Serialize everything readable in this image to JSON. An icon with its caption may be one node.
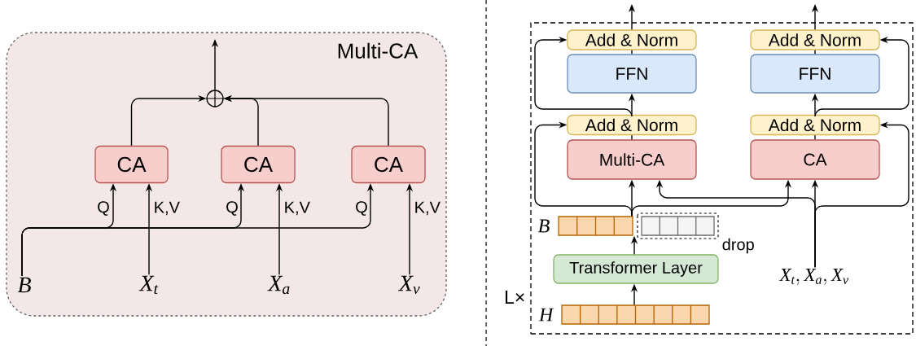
{
  "diagram": {
    "nodes": [
      {
        "text": [
          "Multi-CA"
        ]
      },
      {
        "text": [
          "CA"
        ],
        "in": 0
      },
      {
        "text": [
          "CA"
        ],
        "in": 0
      },
      {
        "text": [
          "CA"
        ],
        "in": 0
      },
      {
        "text": [],
        "shape": "circle",
        "in": 0
      },
      {
        "text": [
          "B"
        ],
        "in": 0
      },
      {
        "text": [
          "X_t"
        ],
        "in": 0
      },
      {
        "text": [
          "X_a"
        ],
        "in": 0
      },
      {
        "text": [
          "X_v"
        ],
        "in": 0
      },
      {
        "text": [
          "L×"
        ]
      },
      {
        "text": [
          "Add & Norm"
        ],
        "in": 9
      },
      {
        "text": [
          "FFN"
        ],
        "in": 9
      },
      {
        "text": [
          "Add & Norm"
        ],
        "in": 9
      },
      {
        "text": [
          "Multi-CA"
        ],
        "in": 9
      },
      {
        "text": [
          "Add & Norm"
        ],
        "in": 9
      },
      {
        "text": [
          "FFN"
        ],
        "in": 9
      },
      {
        "text": [
          "Add & Norm"
        ],
        "in": 9
      },
      {
        "text": [
          "CA"
        ],
        "in": 9
      },
      {
        "text": [],
        "shape": "bar",
        "beside": [
          "B"
        ],
        "in": 9
      },
      {
        "text": [],
        "shape": "bar",
        "beside": [
          "drop"
        ],
        "in": 9
      },
      {
        "text": [
          "Transformer Layer"
        ],
        "in": 9
      },
      {
        "text": [],
        "shape": "bar",
        "beside": [
          "H"
        ],
        "in": 9
      },
      {
        "text": [
          "X_t, X_a, X_v"
        ],
        "in": 9
      }
    ],
    "edges": [
      {
        "from": 1,
        "to": 4,
        "arrow": "to"
      },
      {
        "from": 2,
        "to": 4,
        "arrow": "to"
      },
      {
        "from": 3,
        "to": 4,
        "arrow": "to"
      },
      {
        "from": 4,
        "to": null,
        "arrow": "to"
      },
      {
        "from": 5,
        "to": 1,
        "arrow": "to",
        "label": "Q"
      },
      {
        "from": 5,
        "to": 2,
        "arrow": "to",
        "label": "Q"
      },
      {
        "from": 5,
        "to": 3,
        "arrow": "to",
        "label": "Q"
      },
      {
        "from": 6,
        "to": 1,
        "arrow": "to",
        "label": "K,V"
      },
      {
        "from": 7,
        "to": 2,
        "arrow": "to",
        "label": "K,V"
      },
      {
        "from": 8,
        "to": 3,
        "arrow": "to",
        "label": "K,V"
      },
      {
        "from": 21,
        "to": 20,
        "arrow": "to"
      },
      {
        "from": 20,
        "to": 18,
        "arrow": "to"
      },
      {
        "from": 18,
        "to": 13,
        "arrow": "to"
      },
      {
        "from": 13,
        "to": 12,
        "arrow": "none"
      },
      {
        "from": 12,
        "to": 11,
        "arrow": "to"
      },
      {
        "from": 11,
        "to": 10,
        "arrow": "none"
      },
      {
        "from": 10,
        "to": null,
        "arrow": "to"
      },
      {
        "from": 12,
        "to": 10,
        "arrow": "to"
      },
      {
        "from": 18,
        "to": 12,
        "arrow": "to"
      },
      {
        "from": 18,
        "to": 17,
        "arrow": "to"
      },
      {
        "from": 22,
        "to": 13,
        "arrow": "to"
      },
      {
        "from": 22,
        "to": 17,
        "arrow": "to"
      },
      {
        "from": 22,
        "to": 16,
        "arrow": "to"
      },
      {
        "from": 17,
        "to": 16,
        "arrow": "none"
      },
      {
        "from": 16,
        "to": 15,
        "arrow": "to"
      },
      {
        "from": 15,
        "to": 14,
        "arrow": "none"
      },
      {
        "from": 14,
        "to": null,
        "arrow": "to"
      },
      {
        "from": 16,
        "to": 14,
        "arrow": "to"
      }
    ]
  }
}
